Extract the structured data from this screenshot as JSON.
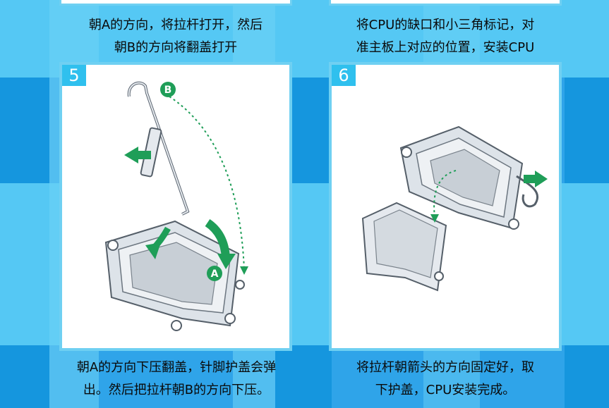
{
  "colors": {
    "light_blue": "#55c8f4",
    "mid_blue": "#2fa4e9",
    "deep_blue": "#0e8fd6",
    "panel_border": "#6fd0f2",
    "badge": "#2fc0ee",
    "arrow_green": "#1f9e58",
    "socket_gray": "#c8cfd6"
  },
  "captions": {
    "top_left_line1": "朝A的方向，将拉杆打开，然后",
    "top_left_line2": "朝B的方向将翻盖打开",
    "top_right_line1": "将CPU的缺口和小三角标记，对",
    "top_right_line2": "准主板上对应的位置，安装CPU",
    "bottom_left_line1": "朝A的方向下压翻盖，针脚护盖会弹",
    "bottom_left_line2": "出。然后把拉杆朝B的方向下压。",
    "bottom_right_line1": "将拉杆朝箭头的方向固定好，取",
    "bottom_right_line2": "下护盖，CPU安装完成。"
  },
  "steps": [
    {
      "number": "5",
      "label_a": "A",
      "label_b": "B"
    },
    {
      "number": "6"
    }
  ]
}
